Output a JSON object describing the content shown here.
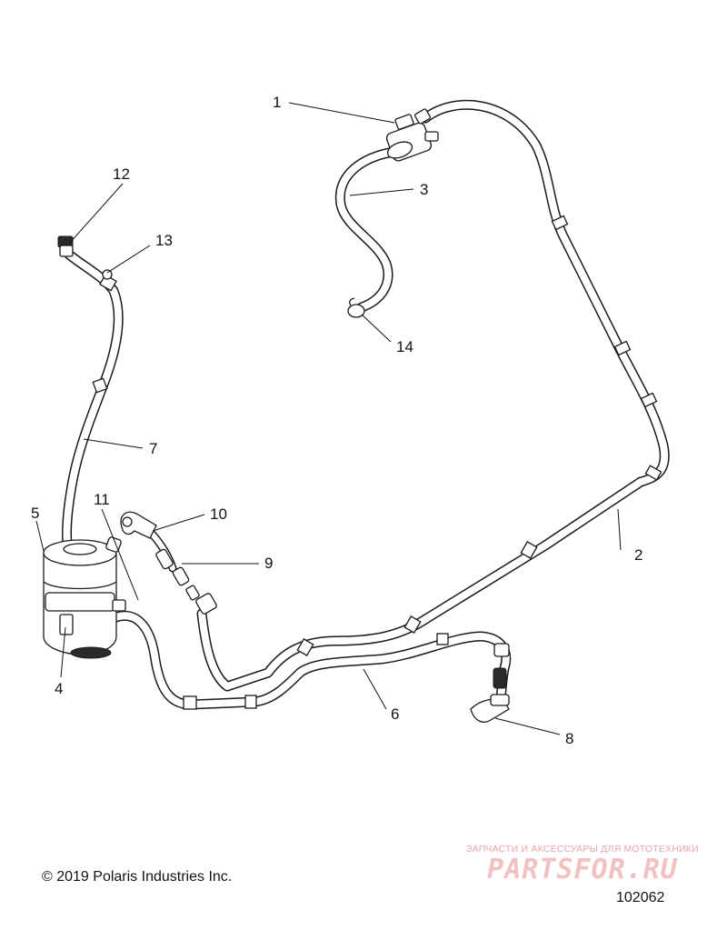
{
  "callouts": [
    {
      "id": "1",
      "label": "1"
    },
    {
      "id": "2",
      "label": "2"
    },
    {
      "id": "3",
      "label": "3"
    },
    {
      "id": "4",
      "label": "4"
    },
    {
      "id": "5",
      "label": "5"
    },
    {
      "id": "6",
      "label": "6"
    },
    {
      "id": "7",
      "label": "7"
    },
    {
      "id": "8",
      "label": "8"
    },
    {
      "id": "9",
      "label": "9"
    },
    {
      "id": "10",
      "label": "10"
    },
    {
      "id": "11",
      "label": "11"
    },
    {
      "id": "12",
      "label": "12"
    },
    {
      "id": "13",
      "label": "13"
    },
    {
      "id": "14",
      "label": "14"
    }
  ],
  "footer": {
    "copyright": "© 2019 Polaris Industries Inc.",
    "drawing_number": "102062"
  },
  "watermark": {
    "tagline": "ЗАПЧАСТИ И АКСЕССУАРЫ ДЛЯ МОТОТЕХНИКИ",
    "brand": "PARTSFOR.RU"
  },
  "colors": {
    "line": "#1a1a1a",
    "watermark": "#e8a4a4"
  }
}
